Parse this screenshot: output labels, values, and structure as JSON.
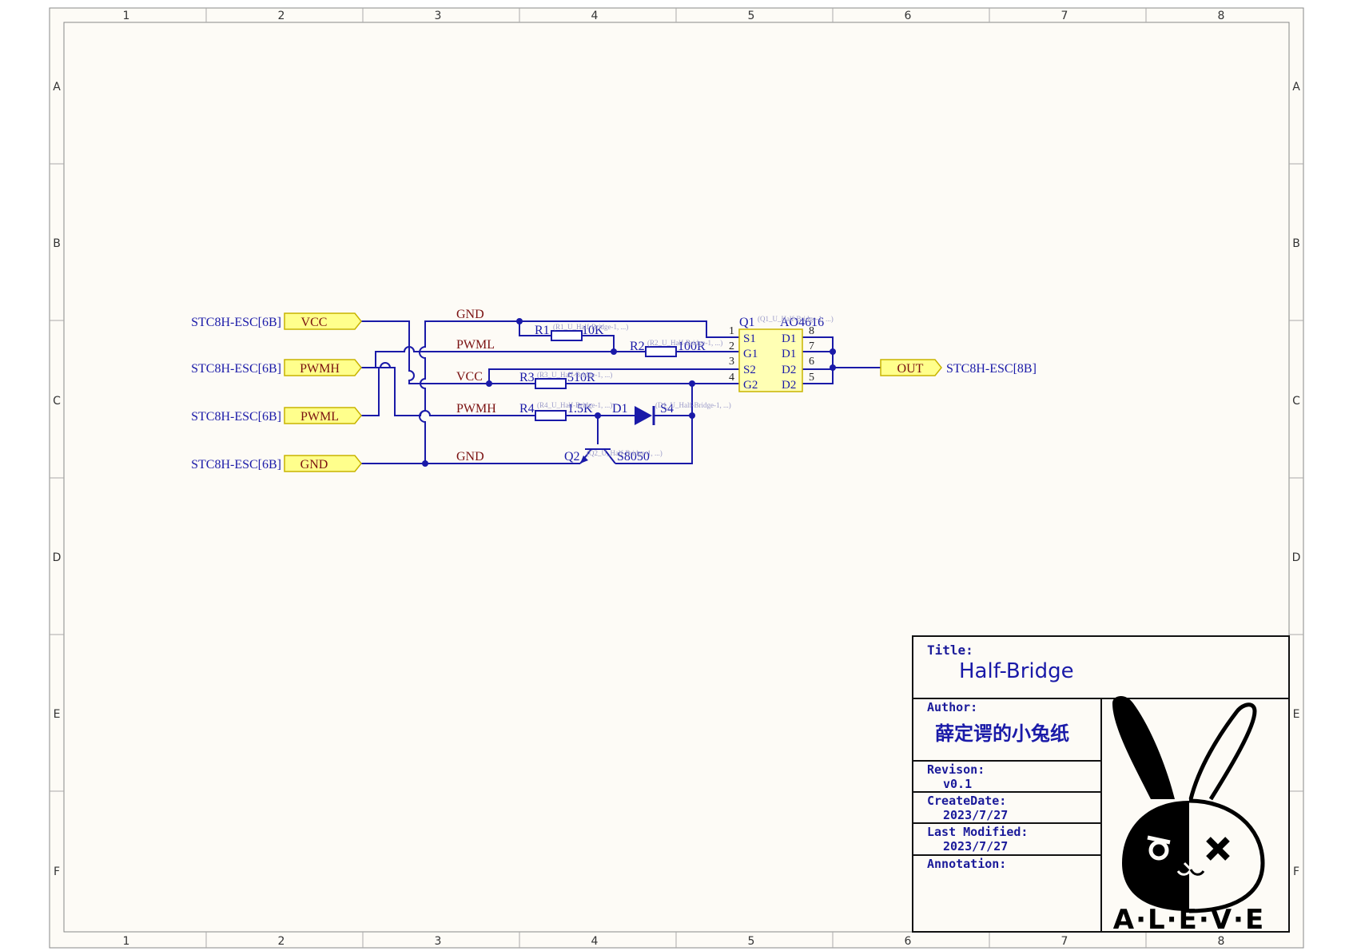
{
  "frame": {
    "col_labels": [
      "1",
      "2",
      "3",
      "4",
      "5",
      "6",
      "7",
      "8"
    ],
    "row_labels": [
      "A",
      "B",
      "C",
      "D",
      "E",
      "F"
    ]
  },
  "ports_in": [
    {
      "sheet": "STC8H-ESC[6B]",
      "net": "VCC"
    },
    {
      "sheet": "STC8H-ESC[6B]",
      "net": "PWMH"
    },
    {
      "sheet": "STC8H-ESC[6B]",
      "net": "PWML"
    },
    {
      "sheet": "STC8H-ESC[6B]",
      "net": "GND"
    }
  ],
  "port_out": {
    "net": "OUT",
    "sheet": "STC8H-ESC[8B]"
  },
  "net_labels": {
    "gnd_top": "GND",
    "pwml": "PWML",
    "vcc": "VCC",
    "pwmh": "PWMH",
    "gnd_bottom": "GND"
  },
  "components": {
    "r1": {
      "ref": "R1",
      "value": "10K",
      "note": "(R1_U_Half-Bridge-1, ...)"
    },
    "r2": {
      "ref": "R2",
      "value": "100R",
      "note": "(R2_U_Half-Bridge-1, ...)"
    },
    "r3": {
      "ref": "R3",
      "value": "510R",
      "note": "(R3_U_Half-Bridge-1, ...)"
    },
    "r4": {
      "ref": "R4",
      "value": "1.5K",
      "note": "(R4_U_Half-Bridge-1, ...)"
    },
    "d1": {
      "ref": "D1",
      "value": "S4",
      "note": "(D1_U_Half-Bridge-1, ...)"
    },
    "q2": {
      "ref": "Q2",
      "value": "S8050",
      "note": "(Q2_U_Half-Bridge-1, ...)"
    },
    "q1": {
      "ref": "Q1",
      "value": "AO4616",
      "note": "(Q1_U_Half-Bridge-1, ...)",
      "left_pins": [
        {
          "num": "1",
          "name": "S1"
        },
        {
          "num": "2",
          "name": "G1"
        },
        {
          "num": "3",
          "name": "S2"
        },
        {
          "num": "4",
          "name": "G2"
        }
      ],
      "right_pins": [
        {
          "num": "8",
          "name": "D1"
        },
        {
          "num": "7",
          "name": "D1"
        },
        {
          "num": "6",
          "name": "D2"
        },
        {
          "num": "5",
          "name": "D2"
        }
      ]
    }
  },
  "title_block": {
    "title_label": "Title:",
    "title": "Half-Bridge",
    "author_label": "Author:",
    "author": "薛定谔的小兔纸",
    "revision_label": "Revison:",
    "revision": "v0.1",
    "create_label": "CreateDate:",
    "create_date": "2023/7/27",
    "modified_label": "Last Modified:",
    "modified_date": "2023/7/27",
    "annotation_label": "Annotation:",
    "logo_text": "A·L·E·V·E"
  },
  "colors": {
    "wire": "#1a1aa8",
    "net_label": "#7a1010",
    "port_fill": "#ffff8c",
    "port_stroke": "#c8b400",
    "chip_fill": "#ffffb4",
    "chip_stroke": "#c8b400",
    "sheet_bg": "#fdfbf6",
    "frame": "#666666"
  }
}
